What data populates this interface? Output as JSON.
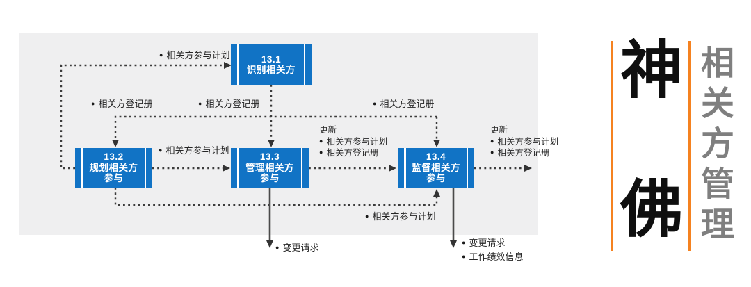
{
  "glyphs": {
    "bullet": "●"
  },
  "colors": {
    "node_blue": "#1173C5",
    "panel_gray": "#EFEFF0",
    "accent_orange": "#F58220",
    "brand_black": "#0F0F0F",
    "title_gray": "#7F7F7F",
    "connector_dark": "#3B3B3B"
  },
  "nodes": [
    {
      "num": "13.1",
      "line1": "识别相关方",
      "line2": ""
    },
    {
      "num": "13.2",
      "line1": "规划相关方",
      "line2": "参与"
    },
    {
      "num": "13.3",
      "line1": "管理相关方",
      "line2": "参与"
    },
    {
      "num": "13.4",
      "line1": "监督相关方",
      "line2": "参与"
    }
  ],
  "labels": {
    "plan_feedback": "相关方参与计划",
    "register_1": "相关方登记册",
    "register_2": "相关方登记册",
    "register_3": "相关方登记册",
    "plan_forward": "相关方参与计划",
    "update_title_1": "更新",
    "update_1_item_1": "相关方参与计划",
    "update_1_item_2": "相关方登记册",
    "update_title_2": "更新",
    "update_2_item_1": "相关方参与计划",
    "update_2_item_2": "相关方登记册",
    "plan_monitor": "相关方参与计划",
    "change_request_1": "变更请求",
    "change_request_2": "变更请求",
    "work_performance_info": "工作绩效信息"
  },
  "side_panel": {
    "brand_top": "神",
    "brand_bottom": "佛",
    "vertical_title": [
      "相",
      "关",
      "方",
      "管",
      "理"
    ]
  }
}
